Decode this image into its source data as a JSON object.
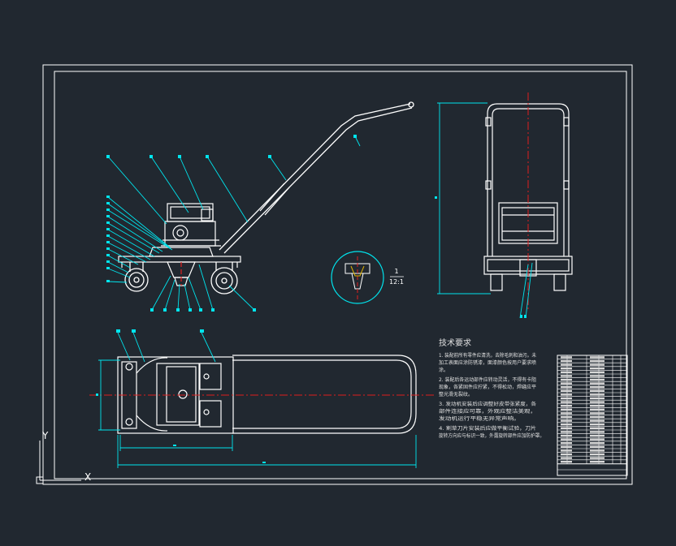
{
  "app": {
    "type": "CAD drawing viewer"
  },
  "colors": {
    "background": "#212830",
    "linework": "#ffffff",
    "dimension": "#00e5ee",
    "centerline": "#e01e1e",
    "hatch": "#e0e0e0"
  },
  "drawing": {
    "ratio_top": "1",
    "ratio_bottom": "12:1",
    "notes_title": "技术要求",
    "notes": [
      "1. 装配前所有零件应清洗，去除毛刺和油污。未",
      "加工表面应涂防锈漆，面漆颜色按用户要求喷",
      "涂。",
      "2. 装配后各运动部件应转动灵活，不得有卡阻",
      "现象，各紧固件应拧紧，不得松动，焊缝应平",
      "整光滑无裂纹。",
      "3. 发动机安装后应调整好皮带张紧度，各",
      "部件连接应可靠，外观应整洁美观，",
      "发动机运行平稳无异常声响。",
      "4. 割草刀片安装后应做平衡试验，刀片",
      "旋转方向应与标识一致，外露旋转部件应加防护罩。"
    ]
  },
  "ucs": {
    "x_label": "X",
    "y_label": "Y"
  }
}
